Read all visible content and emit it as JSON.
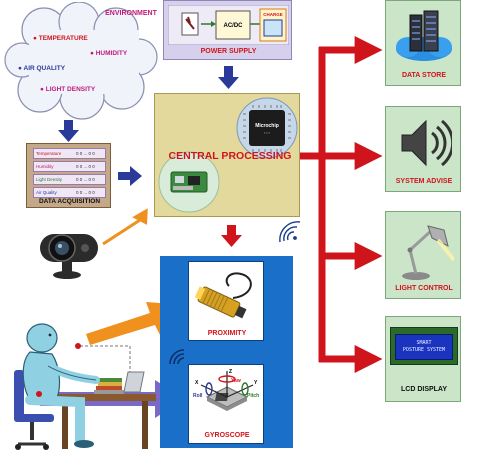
{
  "environment": {
    "title": "ENVIRONMENT",
    "items": [
      "TEMPERATURE",
      "HUMIDITY",
      "AIR QUALITY",
      "LIGHT DENSITY"
    ]
  },
  "power_supply": {
    "label": "POWER SUPPLY",
    "adc_label": "AC/DC",
    "charge_label": "CHARGE"
  },
  "data_acquisition": {
    "label": "DATA ACQUISITION",
    "rows": [
      {
        "name": "Temperature",
        "range": "0 0 ... 0 0"
      },
      {
        "name": "Humidity",
        "range": "0 0 ... 0 0"
      },
      {
        "name": "Light Density",
        "range": "0 0 ... 0 0"
      },
      {
        "name": "Air Quality",
        "range": "0 0 ... 0 0"
      }
    ]
  },
  "central_processing": {
    "label": "CENTRAL PROCESSING",
    "chip_label": "Microchip"
  },
  "sensors": {
    "proximity": "PROXIMITY",
    "gyroscope": "GYROSCOPE",
    "axes": {
      "yaw": "Yaw",
      "roll": "Roll",
      "pitch": "Pitch",
      "x": "X",
      "y": "Y",
      "z": "Z"
    }
  },
  "outputs": [
    {
      "label": "DATA STORE",
      "icon": "cloud-server-icon"
    },
    {
      "label": "SYSTEM ADVISE",
      "icon": "speaker-icon"
    },
    {
      "label": "LIGHT CONTROL",
      "icon": "desk-lamp-icon"
    },
    {
      "label": "LCD DISPLAY",
      "icon": "lcd-display-icon"
    }
  ],
  "lcd_text": [
    "SMART",
    "POSTURE SYSTEM"
  ],
  "colors": {
    "red": "#d0141c",
    "blue_arrow": "#2a3a9a",
    "orange_arrow": "#f0901e",
    "purple_arrow": "#7a6ac8",
    "sensor_panel": "#1a6fc8",
    "central_box": "#e4d99c",
    "output_box": "#cbe5c9",
    "power_box": "#d6d0ec"
  }
}
